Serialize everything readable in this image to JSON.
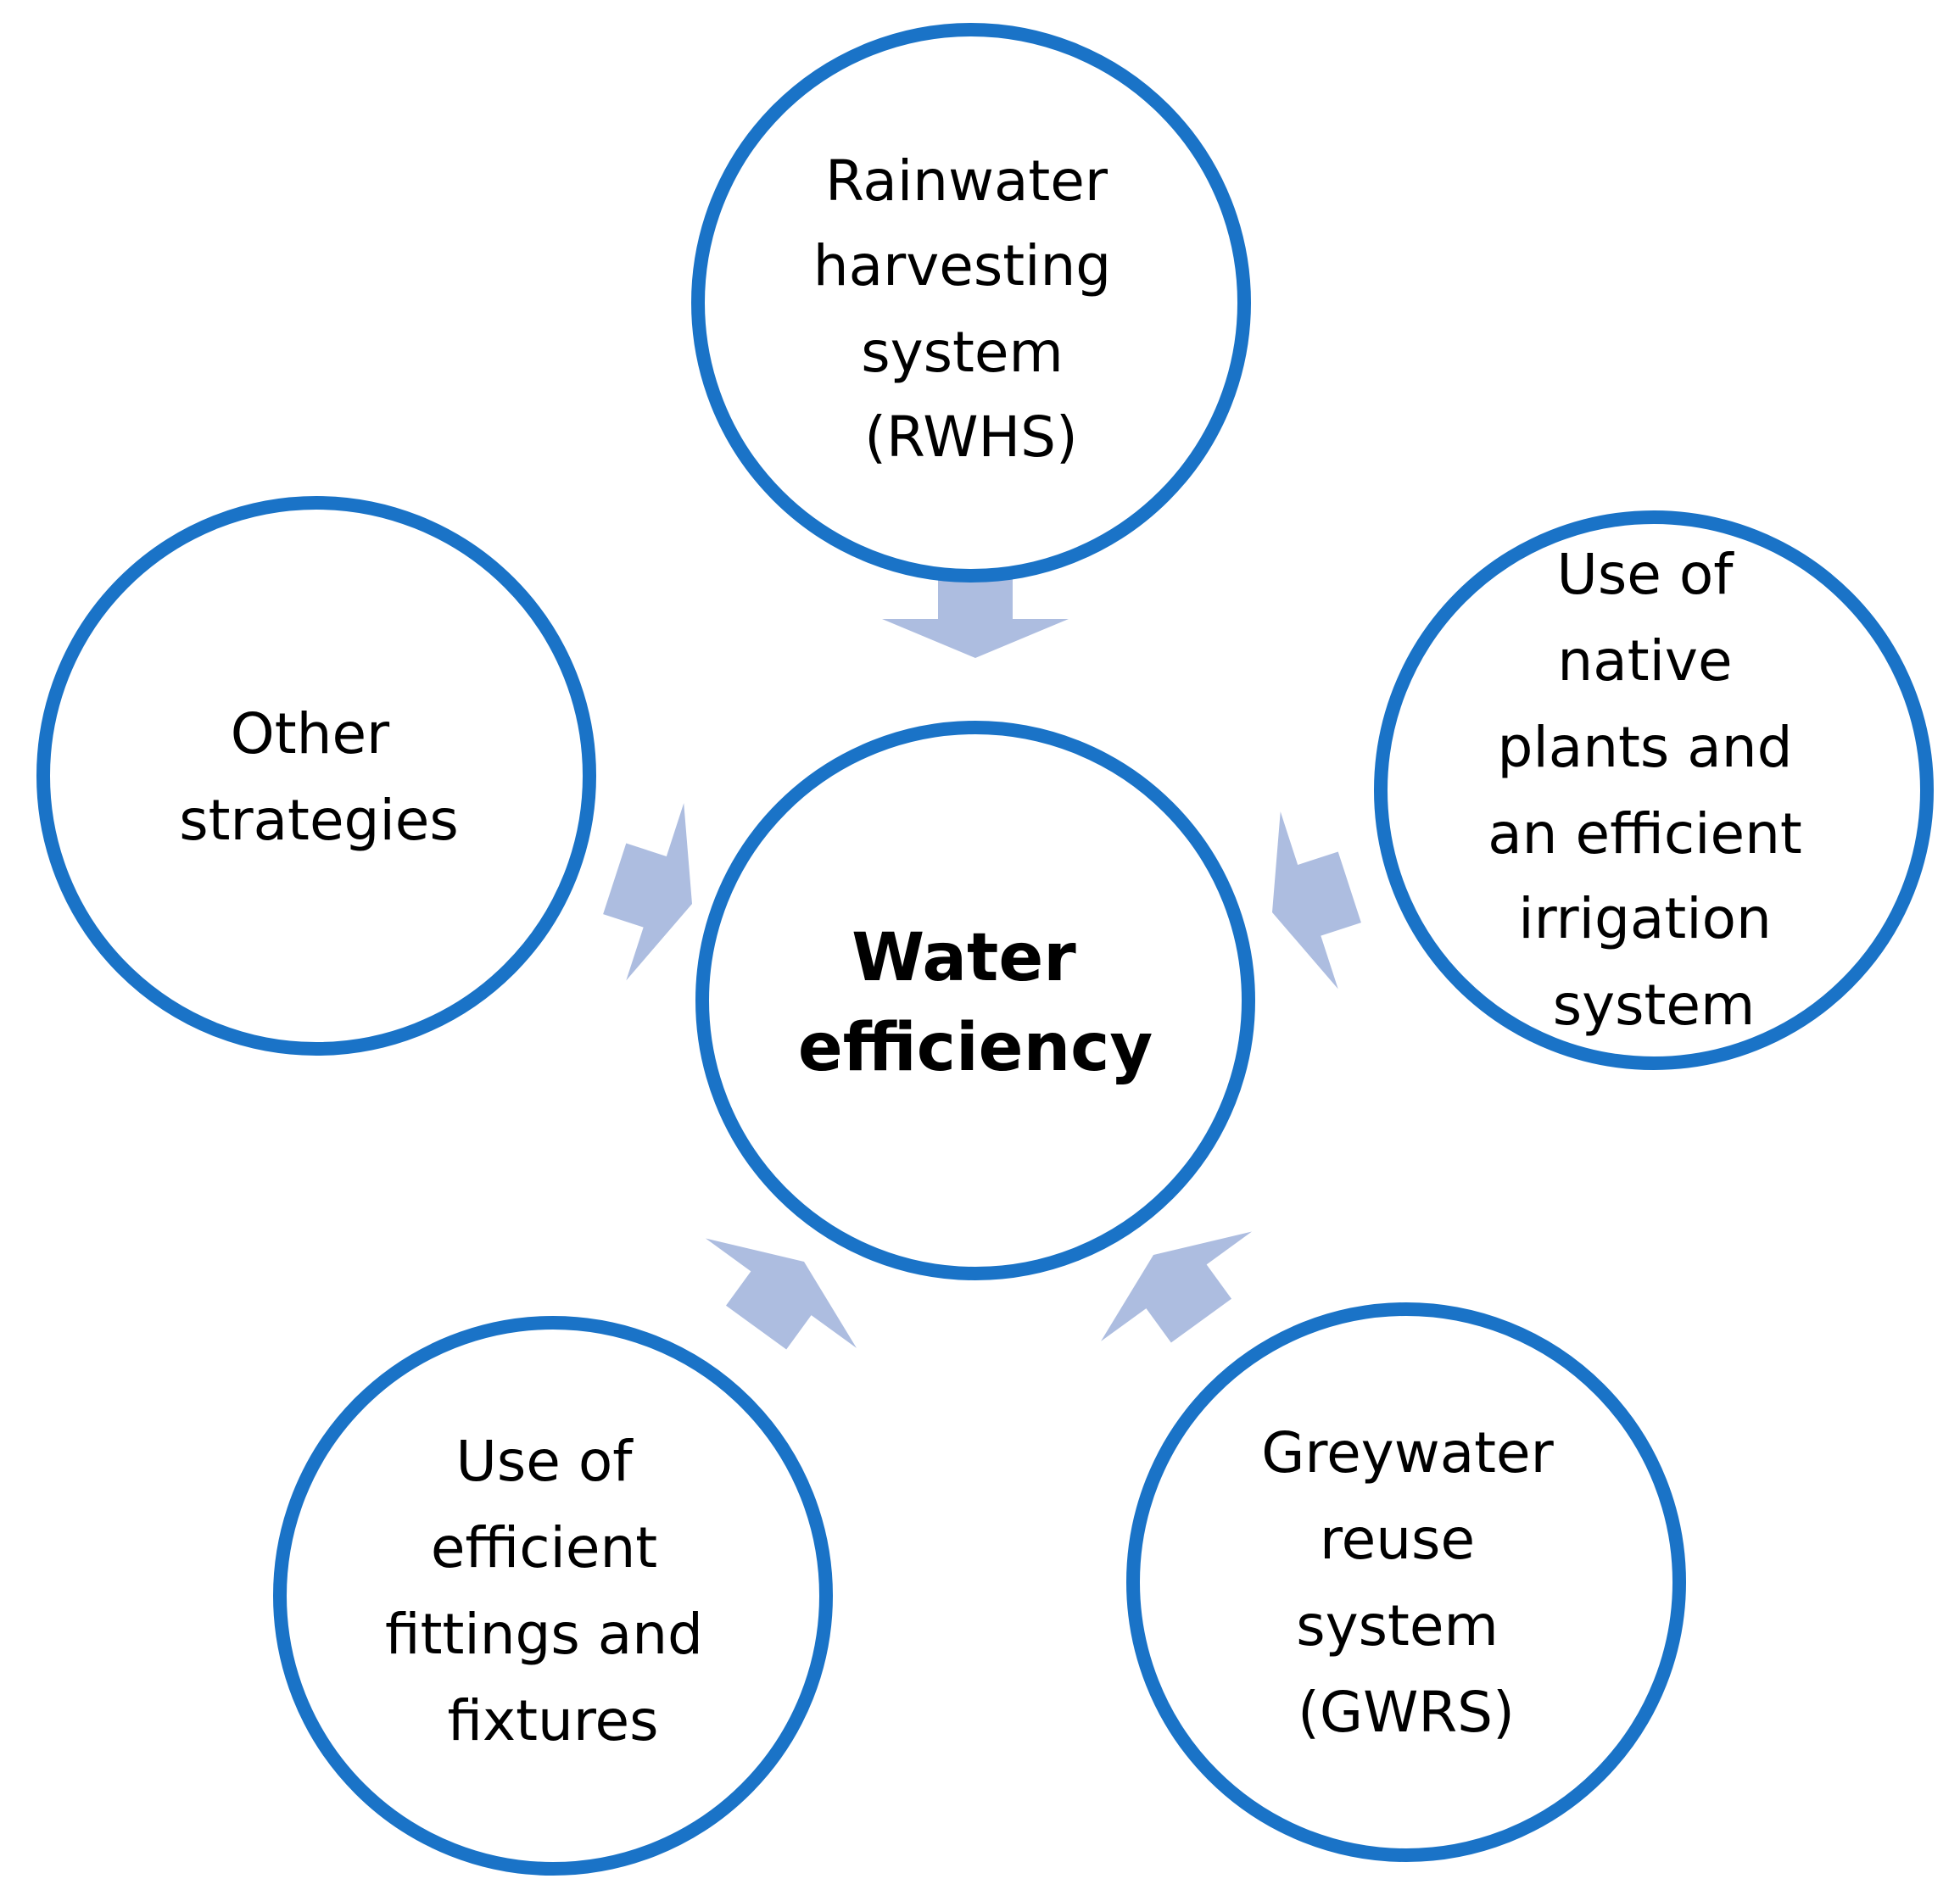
{
  "center": {
    "lines": [
      "Water",
      "efficiency"
    ]
  },
  "nodes": [
    {
      "id": "rwhs",
      "lines": [
        "Rainwater",
        "harvesting",
        "system",
        "(RWHS)"
      ]
    },
    {
      "id": "native-plants",
      "lines": [
        "Use of",
        "native",
        "plants and",
        "an efficient",
        "irrigation",
        "system"
      ]
    },
    {
      "id": "gwrs",
      "lines": [
        "Greywater",
        "reuse",
        "system",
        "(GWRS)"
      ]
    },
    {
      "id": "fittings",
      "lines": [
        "Use of",
        "efficient",
        "fittings and",
        "fixtures"
      ]
    },
    {
      "id": "other",
      "lines": [
        "Other",
        "strategies"
      ]
    }
  ],
  "colors": {
    "circle_stroke": "#1a73c7",
    "arrow_fill": "#adbde0",
    "text": "#000000"
  }
}
